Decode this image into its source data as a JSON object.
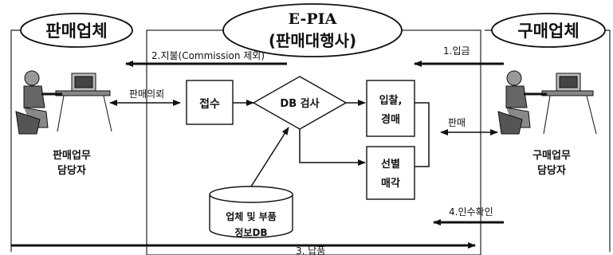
{
  "seller": {
    "title": "판매업체",
    "person_line1": "판매업무",
    "person_line2": "담당자"
  },
  "agency": {
    "title_line1": "E-PIA",
    "title_line2": "(판매대행사)"
  },
  "buyer": {
    "title": "구매업체",
    "person_line1": "구매업무",
    "person_line2": "담당자"
  },
  "flows": {
    "payment": "2.지불(Commission 제외)",
    "deposit": "1.입금",
    "sales_request": "판매의뢰",
    "sale": "판매",
    "acceptance": "4.인수확인",
    "delivery": "3. 납품"
  },
  "process": {
    "receipt": "접수",
    "db_check": "DB 검사",
    "bid_line1": "입찰,",
    "bid_line2": "경매",
    "select_line1": "선별",
    "select_line2": "매각",
    "db_line1": "업체 및 부품",
    "db_line2": "정보DB"
  }
}
